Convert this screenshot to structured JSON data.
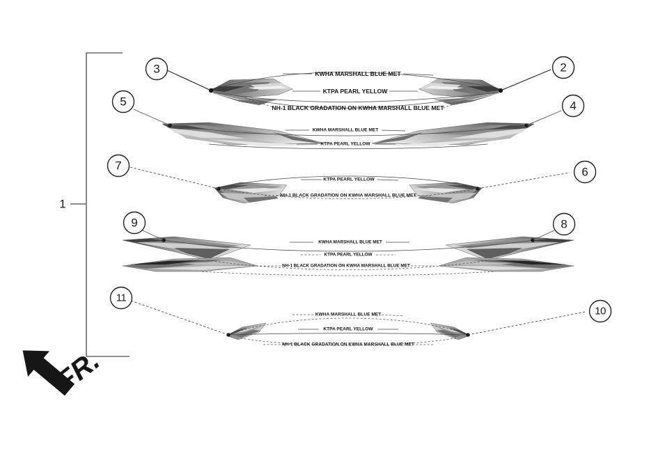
{
  "sheet": {
    "background_color": "#ffffff",
    "line_color": "#2b2b2b",
    "bracket_label": "1",
    "orientation_marker": "FR."
  },
  "colors": {
    "part_light": "#dcdcdc",
    "part_mid": "#9a9a9a",
    "part_dark": "#5d5d5d",
    "part_darkest": "#2c2c2c",
    "outline": "#4a4a4a",
    "text": "#111111"
  },
  "spec_text": {
    "blue_met": "KWHA MARSHALL BLUE MET",
    "pearl_yellow": "KTPA PEARL YELLOW",
    "black_gradation": "NH-1 BLACK GRADATION ON KWHA MARSHALL BLUE MET"
  },
  "groups": [
    {
      "id": "group-1",
      "left_callout": "3",
      "right_callout": "2",
      "labels": [
        "KWHA MARSHALL BLUE MET",
        "KTPA PEARL YELLOW",
        "NH-1 BLACK GRADATION ON KWHA MARSHALL BLUE MET"
      ]
    },
    {
      "id": "group-2",
      "left_callout": "5",
      "right_callout": "4",
      "labels": [
        "KWHA MARSHALL BLUE MET",
        "KTPA PEARL YELLOW"
      ]
    },
    {
      "id": "group-3",
      "left_callout": "7",
      "right_callout": "6",
      "labels": [
        "KTPA PEARL YELLOW",
        "NH-1 BLACK GRADATION ON KWHA MARSHALL BLUE MET"
      ]
    },
    {
      "id": "group-4",
      "left_callout": "9",
      "right_callout": "8",
      "labels": [
        "KWHA MARSHALL BLUE MET",
        "KTPA PEARL YELLOW",
        "NH-1 BLACK GRADATION ON KWHA MARSHALL BLUE MET"
      ]
    },
    {
      "id": "group-5",
      "left_callout": "11",
      "right_callout": "10",
      "labels": [
        "KWHA MARSHALL BLUE MET",
        "KTPA PEARL YELLOW",
        "NH-1 BLACK GRADATION ON KWHA MARSHALL BLUE MET"
      ]
    }
  ]
}
